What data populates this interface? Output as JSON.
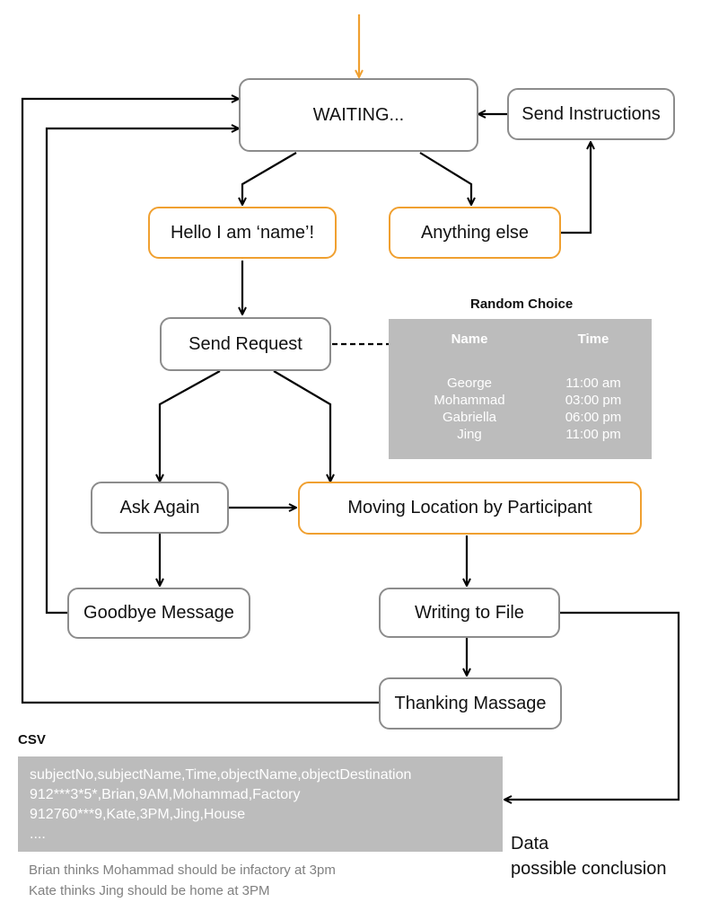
{
  "nodes": {
    "waiting": "WAITING...",
    "send_instructions": "Send Instructions",
    "hello": "Hello I am ‘name’!",
    "anything_else": "Anything else",
    "send_request": "Send Request",
    "ask_again": "Ask Again",
    "moving_location": "Moving Location by Participant",
    "goodbye": "Goodbye Message",
    "writing_file": "Writing to File",
    "thanking": "Thanking Massage"
  },
  "random_choice": {
    "title": "Random Choice",
    "columns": [
      "Name",
      "Time"
    ],
    "rows": [
      {
        "name": "George",
        "time": "11:00 am"
      },
      {
        "name": "Mohammad",
        "time": "03:00 pm"
      },
      {
        "name": "Gabriella",
        "time": "06:00 pm"
      },
      {
        "name": "Jing",
        "time": "11:00 pm"
      }
    ]
  },
  "csv": {
    "title": "CSV",
    "lines": [
      "subjectNo,subjectName,Time,objectName,objectDestination",
      "912***3*5*,Brian,9AM,Mohammad,Factory",
      "912760***9,Kate,3PM,Jing,House",
      "...."
    ]
  },
  "notes": [
    "Brian thinks Mohammad should be infactory at 3pm",
    "Kate thinks Jing should be home at 3PM"
  ],
  "data_label": [
    "Data",
    "possible conclusion"
  ],
  "colors": {
    "accent_orange": "#f0a030",
    "node_border": "#8c8c8c",
    "panel_gray": "#bcbcbc",
    "line": "#000000"
  }
}
